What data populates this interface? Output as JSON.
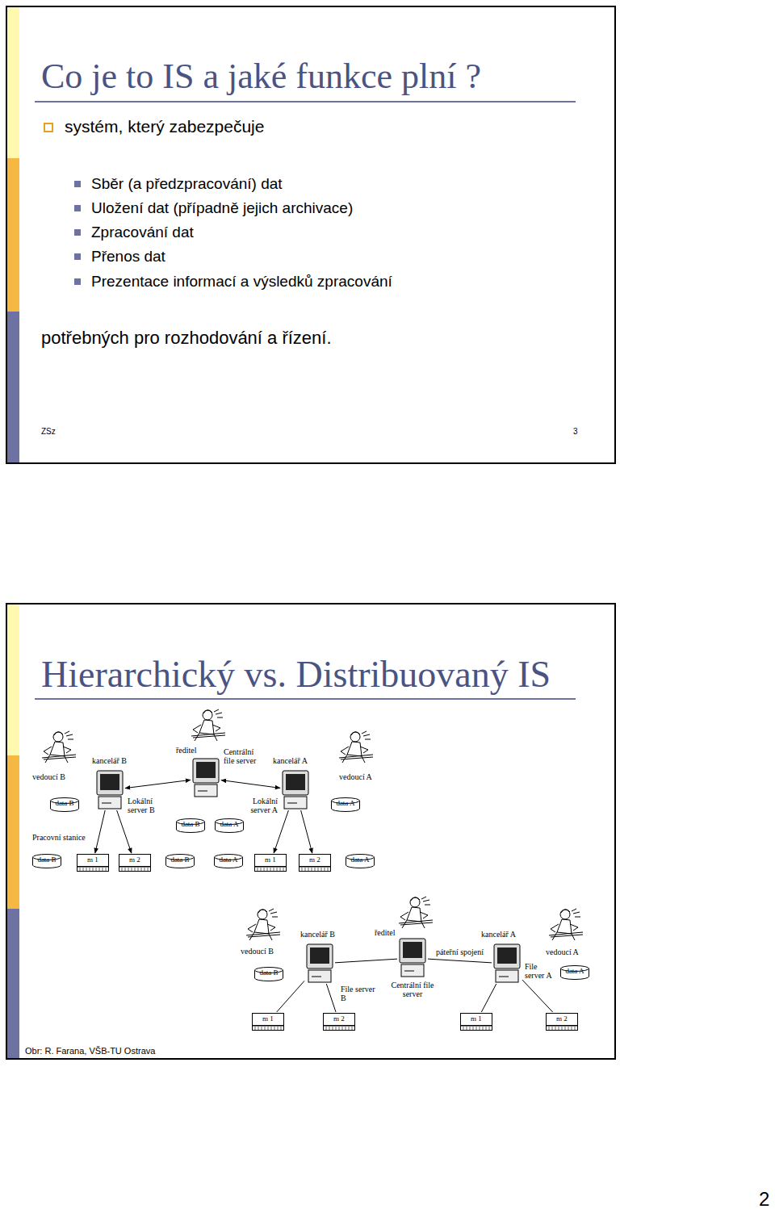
{
  "diagram": {
    "title": "Co je to IS a jaké funkce plní ?",
    "nodes": [
      {
        "text": [
          "kancelář B",
          "Lokální server B"
        ]
      },
      {
        "text": [
          "Centrální file server"
        ]
      },
      {
        "text": [
          "kancelář A",
          "Lokální server A"
        ]
      },
      {
        "text": [
          "data B"
        ]
      },
      {
        "text": [
          "data B"
        ]
      },
      {
        "text": [
          "data A"
        ]
      },
      {
        "text": [
          "data A"
        ]
      },
      {
        "text": [
          "data B"
        ]
      },
      {
        "text": [
          "m 1"
        ]
      },
      {
        "text": [
          "m 2"
        ]
      },
      {
        "text": [
          "data B"
        ]
      },
      {
        "text": [
          "data A"
        ]
      },
      {
        "text": [
          "m 1"
        ]
      },
      {
        "text": [
          "m 2"
        ]
      },
      {
        "text": [
          "data A"
        ]
      },
      {
        "text": [
          "kancelář B",
          "File server B"
        ]
      },
      {
        "text": [
          "Centrální file server"
        ]
      },
      {
        "text": [
          "kancelář A",
          "File server A"
        ]
      },
      {
        "text": [
          "data B"
        ]
      },
      {
        "text": [
          "data A"
        ]
      },
      {
        "text": [
          "m 1"
        ]
      },
      {
        "text": [
          "m 2"
        ]
      },
      {
        "text": [
          "m 1"
        ]
      },
      {
        "text": [
          "m 2"
        ]
      }
    ],
    "edges": [
      {
        "from": 0,
        "to": 1,
        "arrow": "both"
      },
      {
        "from": 1,
        "to": 2,
        "arrow": "both"
      },
      {
        "from": 0,
        "to": 8,
        "arrow": "to"
      },
      {
        "from": 0,
        "to": 9,
        "arrow": "to"
      },
      {
        "from": 2,
        "to": 12,
        "arrow": "to"
      },
      {
        "from": 2,
        "to": 13,
        "arrow": "to"
      },
      {
        "from": 15,
        "to": 16,
        "arrow": "none"
      },
      {
        "from": 16,
        "to": 17,
        "label": "páteřní spojení",
        "arrow": "none"
      },
      {
        "from": 15,
        "to": 20,
        "arrow": "none"
      },
      {
        "from": 15,
        "to": 21,
        "arrow": "none"
      },
      {
        "from": 17,
        "to": 22,
        "arrow": "none"
      },
      {
        "from": 17,
        "to": 23,
        "arrow": "none"
      }
    ],
    "labels": [
      "systém, který zabezpečuje",
      "Sběr (a předzpracování) dat",
      "Uložení dat (případně jejich archivace)",
      "Zpracování dat",
      "Přenos dat",
      "Prezentace informací a výsledků zpracování",
      "potřebných pro rozhodování a řízení.",
      "ZSz",
      "3",
      "Hierarchický vs. Distribuovaný IS",
      "vedoucí B",
      "ředitel",
      "vedoucí A",
      "Pracovní stanice",
      "vedoucí B",
      "ředitel",
      "vedoucí A",
      "Obr: R. Farana, VŠB-TU Ostrava",
      "2"
    ]
  }
}
